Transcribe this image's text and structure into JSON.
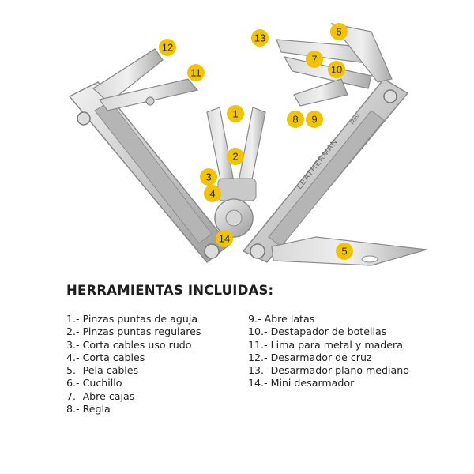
{
  "colors": {
    "marker_fill": "#f2c300",
    "marker_text": "#2b2b2b",
    "steel_light": "#e6e6e6",
    "steel_mid": "#bdbdbd",
    "steel_dark": "#8a8a8a",
    "text": "#222222"
  },
  "illustration": {
    "brand": "LEATHERMAN",
    "model": "Rev",
    "markers": [
      "1",
      "2",
      "3",
      "4",
      "5",
      "6",
      "7",
      "8",
      "9",
      "10",
      "11",
      "12",
      "13",
      "14"
    ]
  },
  "legend": {
    "title": "HERRAMIENTAS INCLUIDAS:",
    "left_items": [
      "1.- Pinzas puntas de aguja",
      "2.- Pinzas puntas regulares",
      "3.- Corta cables uso rudo",
      "4.- Corta cables",
      "5.- Pela cables",
      "6.- Cuchillo",
      "7.- Abre cajas",
      "8.- Regla"
    ],
    "right_items": [
      "9.- Abre latas",
      "10.- Destapador de botellas",
      "11.- Lima para metal y madera",
      "12.- Desarmador de cruz",
      "13.- Desarmador plano mediano",
      "14.- Mini desarmador"
    ]
  }
}
